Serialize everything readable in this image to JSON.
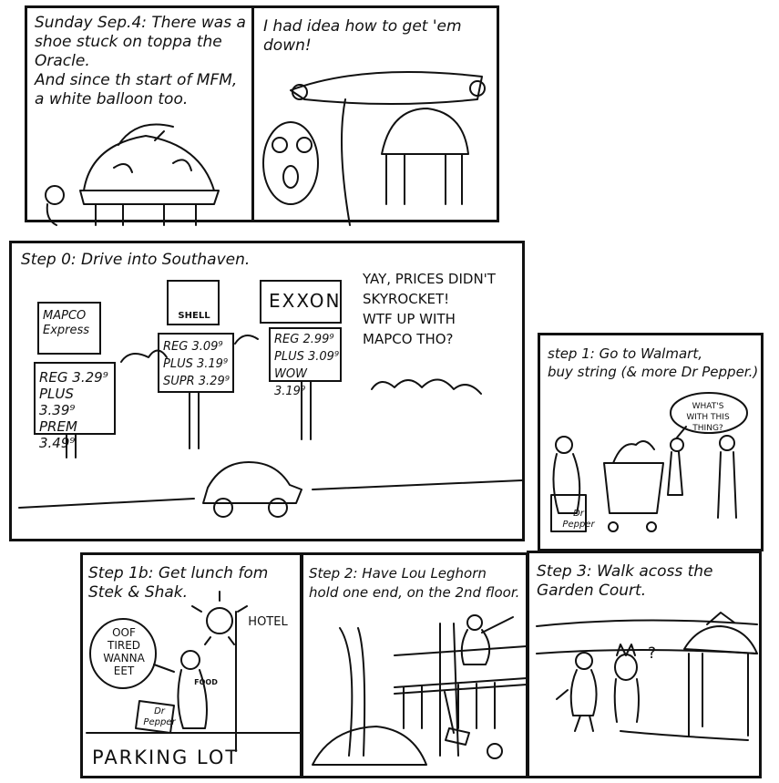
{
  "panels": {
    "p1": {
      "caption": "Sunday Sep.4: There was a\nshoe stuck on toppa the Oracle.\nAnd since th start of MFM,\na white balloon too."
    },
    "p2": {
      "caption": "I had idea how to get 'em\ndown!"
    },
    "p3": {
      "caption": "Step 0: Drive into Southaven.",
      "thought": "YAY, PRICES DIDN'T\nSKYROCKET!\nWTF UP WITH\nMAPCO THO?",
      "mapco": {
        "brand": "MAPCO\nExpress",
        "prices": "REG 3.29⁹\nPLUS 3.39⁹\nPREM 3.49⁹"
      },
      "shell": {
        "brand": "SHELL",
        "prices": "REG 3.09⁹\nPLUS 3.19⁹\nSUPR 3.29⁹"
      },
      "exxon": {
        "brand": "EXXON",
        "prices": "REG 2.99⁹\nPLUS 3.09⁹\nWOW 3.19⁹"
      }
    },
    "p4": {
      "caption": "step 1: Go to Walmart,\nbuy string (& more Dr Pepper.)",
      "speech": "WHAT'S\nWITH THIS\nTHING?",
      "bag": "Dr\nPepper"
    },
    "p5": {
      "caption": "Step 1b: Get lunch fom\nStek & Shak.",
      "speech": "OOF\nTIRED\nWANNA\nEET",
      "hotel": "HOTEL",
      "food": "FOOD",
      "bag": "Dr\nPepper",
      "parking": "PARKING LOT"
    },
    "p6": {
      "caption": "Step 2: Have Lou Leghorn\nhold one end, on the 2nd floor."
    },
    "p7": {
      "caption": "Step 3: Walk acoss the\nGarden Court.",
      "question": "?"
    }
  }
}
